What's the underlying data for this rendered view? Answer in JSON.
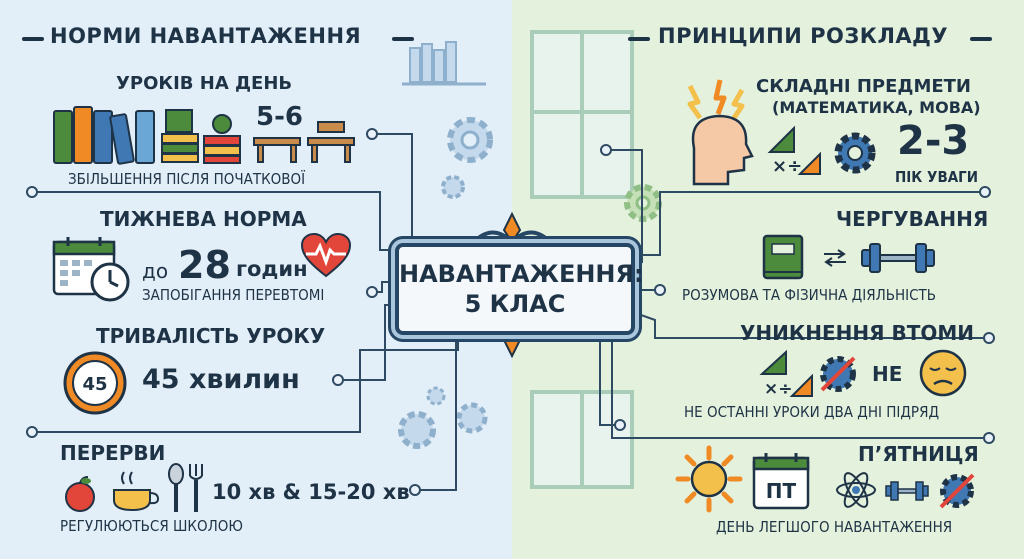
{
  "left": {
    "title": "НОРМИ НАВАНТАЖЕННЯ",
    "lessons_per_day": {
      "title": "УРОКІВ НА ДЕНЬ",
      "value": "5-6",
      "note": "ЗБІЛЬШЕННЯ ПІСЛЯ ПОЧАТКОВОЇ"
    },
    "weekly": {
      "title": "ТИЖНЕВА НОРМА",
      "prefix": "до",
      "number": "28",
      "unit": "годин",
      "note": "ЗАПОБІГАННЯ ПЕРЕВТОМІ"
    },
    "duration": {
      "title": "ТРИВАЛІСТЬ УРОКУ",
      "timer_label": "45",
      "value": "45 хвилин"
    },
    "breaks": {
      "title": "ПЕРЕРВИ",
      "value": "10 хв & 15-20 хв",
      "note": "РЕГУЛЮЮТЬСЯ ШКОЛОЮ"
    }
  },
  "center": {
    "line1": "НАВАНТАЖЕННЯ:",
    "line2": "5 КЛАС"
  },
  "right": {
    "title": "ПРИНЦИПИ РОЗКЛАДУ",
    "hard": {
      "title_line1": "СКЛАДНІ ПРЕДМЕТИ",
      "title_line2": "(МАТЕМАТИКА, МОВА)",
      "value": "2-3",
      "note": "ПІК УВАГИ"
    },
    "alternation": {
      "title": "ЧЕРГУВАННЯ",
      "note": "РОЗУМОВА ТА ФІЗИЧНА ДІЯЛЬНІСТЬ"
    },
    "fatigue": {
      "title": "УНИКНЕННЯ ВТОМИ",
      "not_label": "НЕ",
      "note": "НЕ ОСТАННІ УРОКИ ДВА ДНІ ПІДРЯД"
    },
    "friday": {
      "title": "П’ЯТНИЦЯ",
      "calendar_label": "ПТ",
      "note": "ДЕНЬ ЛЕГШОГО НАВАНТАЖЕННЯ"
    }
  },
  "colors": {
    "navy": "#1f3346",
    "left_bg": "#e2eef8",
    "right_bg": "#e4f1dd",
    "orange": "#f08a24",
    "red": "#e2463a",
    "green": "#4c8a3c",
    "blue": "#3f78b3"
  }
}
